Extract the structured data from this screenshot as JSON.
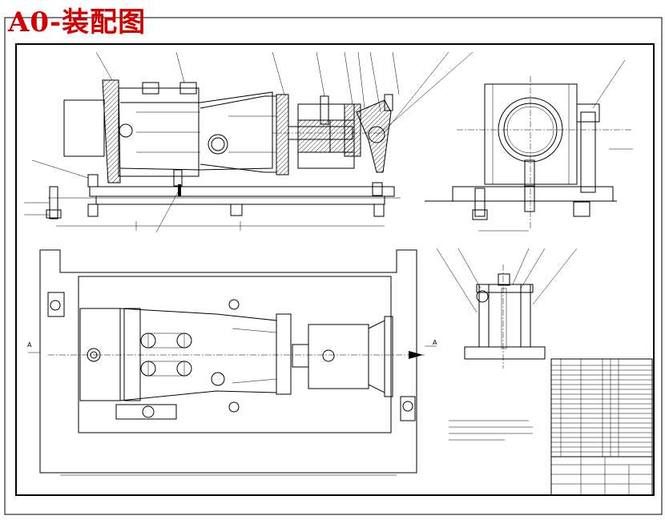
{
  "title": "A0-装配图",
  "section_labels": {
    "section_left": "A",
    "section_right": "A"
  },
  "colors": {
    "title": "#d40000",
    "line": "#000000",
    "paper": "#ffffff"
  }
}
